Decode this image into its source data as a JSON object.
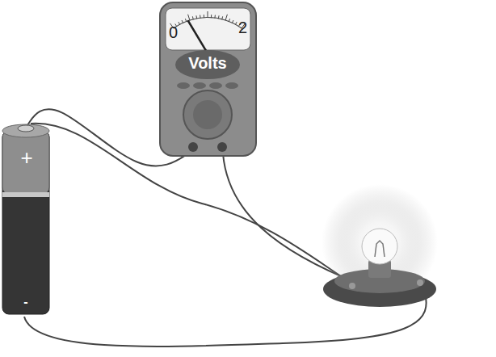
{
  "diagram": {
    "nodes": [
      {
        "text": [
          "0",
          "2",
          "Volts"
        ]
      },
      {
        "text": [
          "+",
          "-"
        ]
      }
    ],
    "edges": [
      {
        "from": 1,
        "to": 0,
        "arrow": "none"
      }
    ]
  }
}
